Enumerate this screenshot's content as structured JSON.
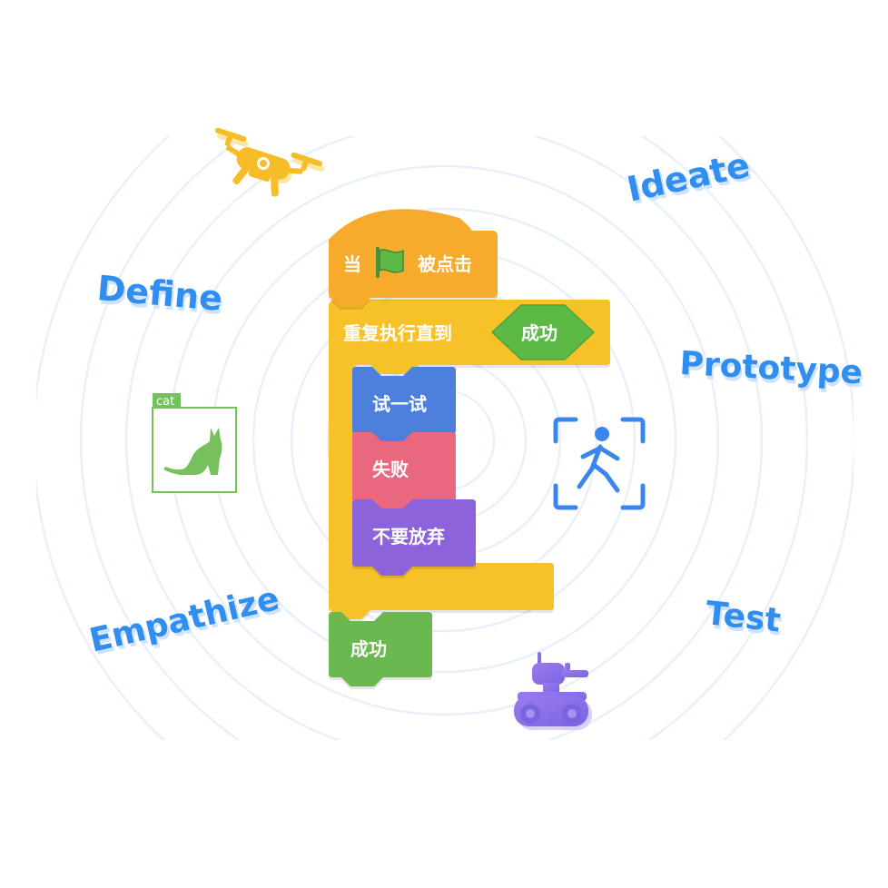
{
  "blocks": {
    "hat": {
      "prefix": "当",
      "suffix": "被点击",
      "color": "#f6ab2c"
    },
    "repeat_until": {
      "label": "重复执行直到",
      "condition": "成功",
      "color": "#f7c229",
      "condition_color": "#5cb946"
    },
    "inner": [
      {
        "label": "试一试",
        "color": "#4c80dc"
      },
      {
        "label": "失败",
        "color": "#e9677f"
      },
      {
        "label": "不要放弃",
        "color": "#8d63dc"
      }
    ],
    "end": {
      "label": "成功",
      "color": "#6ab84f"
    }
  },
  "words": {
    "define": "Define",
    "ideate": "Ideate",
    "prototype": "Prototype",
    "empathize": "Empathize",
    "test": "Test"
  },
  "sprite": {
    "label": "cat",
    "color": "#77c05e"
  },
  "icons": {
    "drone": "drone-icon",
    "robot": "robot-tank-icon",
    "person": "person-detection-icon",
    "flag": "green-flag-icon"
  },
  "colors": {
    "accent_blue": "#2f8ef0",
    "ring": "#e6effb",
    "drone": "#f7bd28",
    "robot": "#8f73e6",
    "person": "#3a86ec"
  }
}
